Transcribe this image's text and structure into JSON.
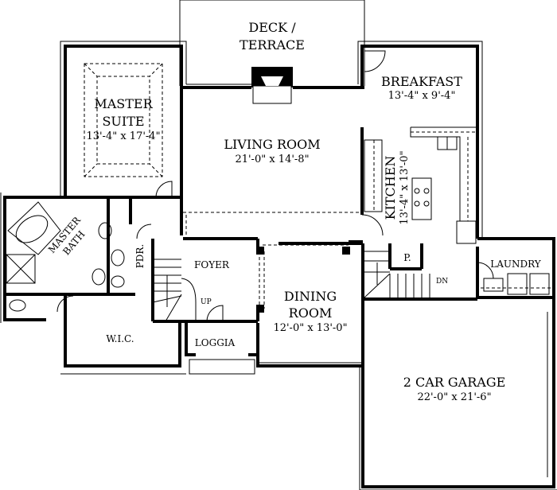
{
  "plan": {
    "rooms": {
      "deck": {
        "line1": "DECK /",
        "line2": "TERRACE"
      },
      "master_suite": {
        "line1": "MASTER",
        "line2": "SUITE",
        "dims": "13'-4\" x 17'-4\""
      },
      "living_room": {
        "name": "LIVING ROOM",
        "dims": "21'-0\" x 14'-8\""
      },
      "breakfast": {
        "name": "BREAKFAST",
        "dims": "13'-4\" x 9'-4\""
      },
      "kitchen": {
        "name": "KITCHEN",
        "dims": "13'-4\" x 13'-0\""
      },
      "master_bath": {
        "line1": "MASTER",
        "line2": "BATH"
      },
      "powder": {
        "name": "PDR."
      },
      "foyer": {
        "name": "FOYER"
      },
      "stair_up": {
        "name": "UP"
      },
      "pantry": {
        "name": "P."
      },
      "stair_down": {
        "name": "DN"
      },
      "laundry": {
        "name": "LAUNDRY"
      },
      "dining_room": {
        "line1": "DINING",
        "line2": "ROOM",
        "dims": "12'-0\" x 13'-0\""
      },
      "wic": {
        "name": "W.I.C."
      },
      "loggia": {
        "name": "LOGGIA"
      },
      "garage": {
        "name": "2 CAR GARAGE",
        "dims": "22'-0\" x 21'-6\""
      }
    }
  }
}
